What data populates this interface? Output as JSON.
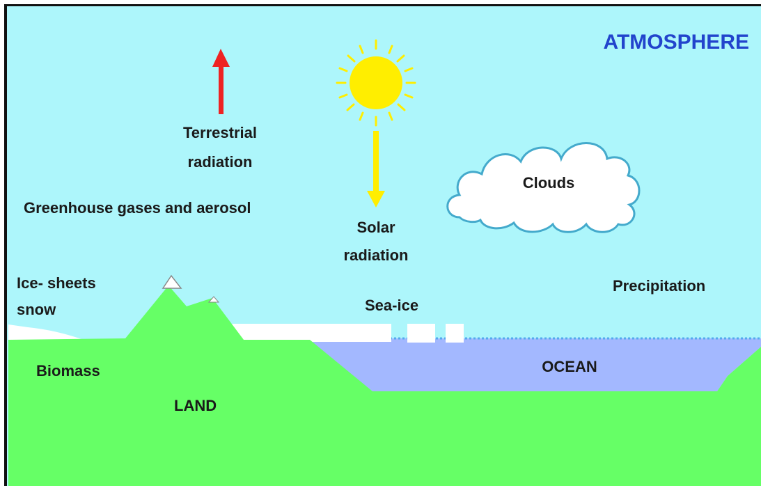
{
  "labels": {
    "atmosphere": "ATMOSPHERE",
    "terrestrial_radiation_line1": "Terrestrial",
    "terrestrial_radiation_line2": "radiation",
    "greenhouse_gases": "Greenhouse gases and aerosol",
    "solar_radiation_line1": "Solar",
    "solar_radiation_line2": "radiation",
    "clouds": "Clouds",
    "ice_sheets_line1": "Ice- sheets",
    "ice_sheets_line2": "snow",
    "sea_ice": "Sea-ice",
    "precipitation": "Precipitation",
    "biomass": "Biomass",
    "land": "LAND",
    "ocean": "OCEAN"
  },
  "colors": {
    "sky": "#adf6fb",
    "land": "#66ff66",
    "ocean": "#a3b8ff",
    "sun": "#ffee00",
    "terrestrial_arrow": "#ee2222",
    "solar_arrow": "#ffee00",
    "atmosphere_title": "#2244cc",
    "cloud_fill": "#ffffff",
    "cloud_stroke": "#44aacc",
    "ice": "#ffffff"
  },
  "icons": {
    "sun": "sun-icon",
    "cloud": "cloud-icon",
    "terrestrial_arrow": "arrow-up-icon",
    "solar_arrow": "arrow-down-icon"
  }
}
